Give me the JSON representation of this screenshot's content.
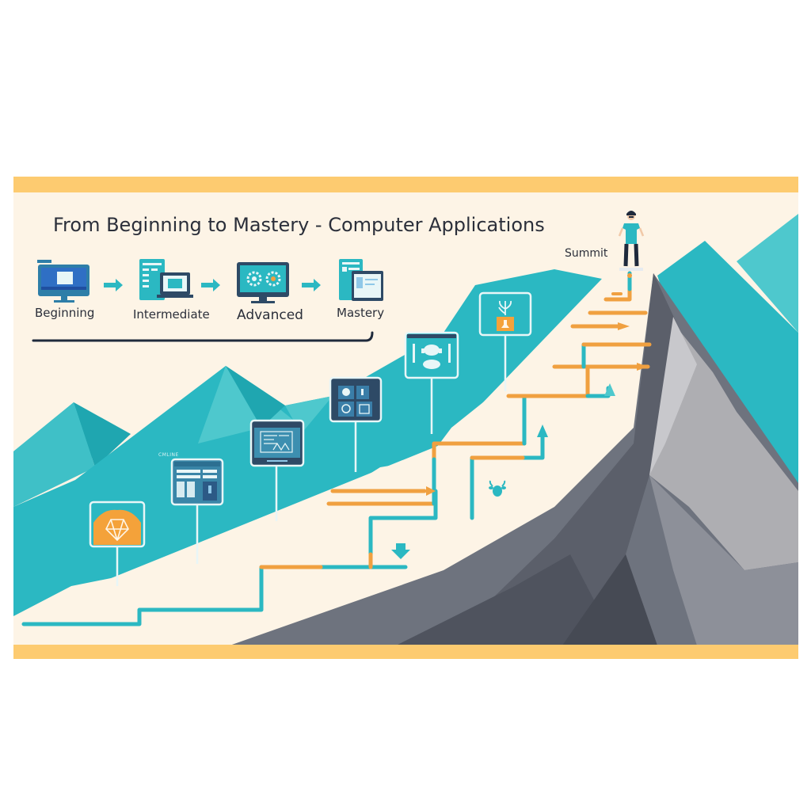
{
  "title": "From Beginning to Mastery - Computer Applications",
  "summit_label": "Summit",
  "faint_label": "CMLINE",
  "stages": [
    {
      "label": "Beginning",
      "icon": "monitor-icon"
    },
    {
      "label": "Intermediate",
      "icon": "laptop-document-icon"
    },
    {
      "label": "Advanced",
      "icon": "monitor-gears-icon"
    },
    {
      "label": "Mastery",
      "icon": "tablet-dashboard-icon"
    }
  ],
  "signposts": [
    {
      "name": "signpost-software-basics",
      "icon": "gem-icon",
      "style": "orange"
    },
    {
      "name": "signpost-spreadsheet",
      "icon": "spreadsheet-icon",
      "style": "window"
    },
    {
      "name": "signpost-document",
      "icon": "document-icon",
      "style": "window"
    },
    {
      "name": "signpost-apps-grid",
      "icon": "apps-grid-icon",
      "style": "window"
    },
    {
      "name": "signpost-robot",
      "icon": "robot-icon",
      "style": "teal"
    },
    {
      "name": "signpost-growth",
      "icon": "plant-trophy-icon",
      "style": "teal"
    }
  ],
  "decor_icons": [
    "bull-icon",
    "download-arrow-icon",
    "up-arrow-icon",
    "person-icon"
  ],
  "colors": {
    "banner": "#fdcb70",
    "background": "#fdf4e6",
    "teal": "#2bb8c2",
    "teal_light": "#4ec8cd",
    "teal_dark": "#1fa6b0",
    "orange": "#f0a040",
    "rock_dark": "#4f535e",
    "rock_mid": "#6e737e",
    "rock_light": "#aeaeb2",
    "text": "#2b2f3a",
    "navy": "#1f2a3c"
  }
}
